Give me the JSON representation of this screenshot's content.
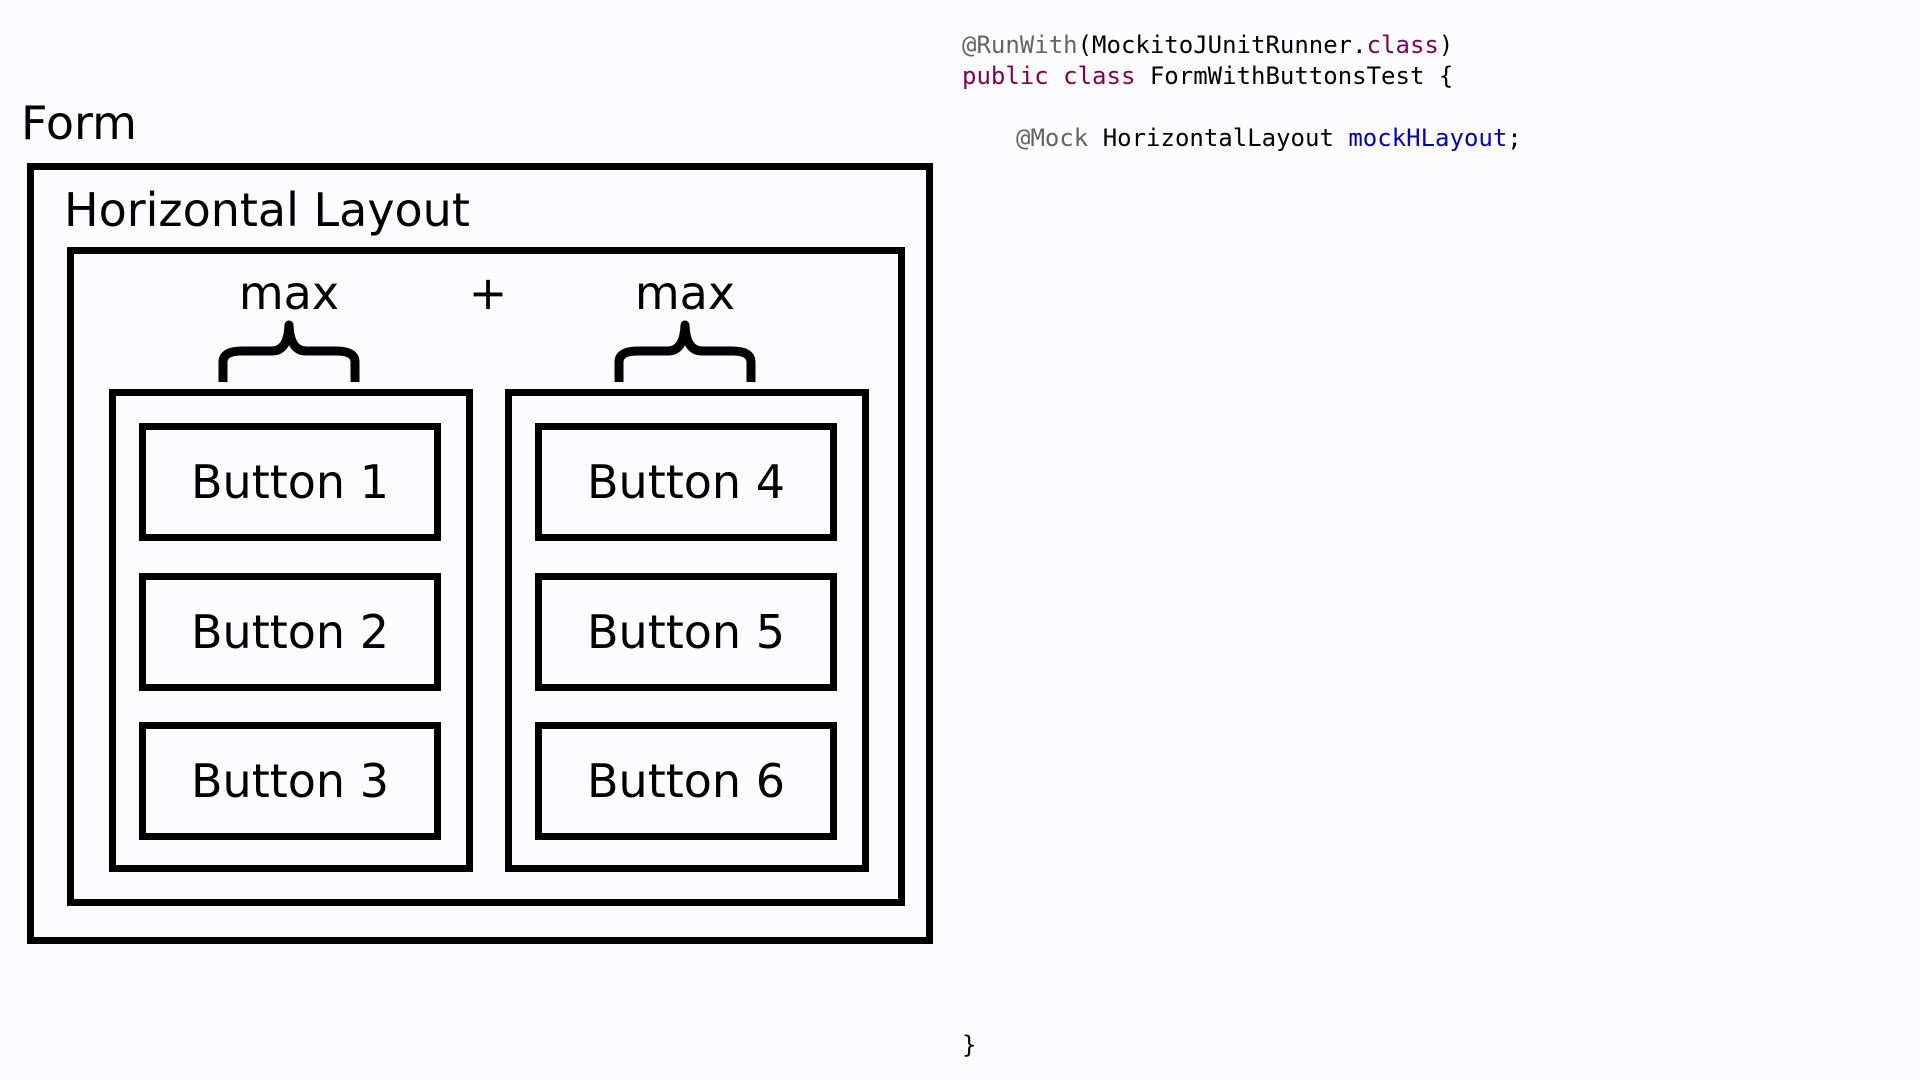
{
  "diagram": {
    "form_label": "Form",
    "layout_label": "Horizontal Layout",
    "left_column": {
      "brace_label": "max",
      "buttons": [
        "Button 1",
        "Button 2",
        "Button 3"
      ]
    },
    "right_column": {
      "brace_label": "max",
      "buttons": [
        "Button 4",
        "Button 5",
        "Button 6"
      ]
    },
    "operator": "+"
  },
  "code": {
    "line1": {
      "annotation": "@RunWith",
      "paren_open": "(",
      "class_name": "MockitoJUnitRunner",
      "dot": ".",
      "keyword": "class",
      "paren_close": ")"
    },
    "line2": {
      "kw_public": "public",
      "kw_class": "class",
      "class_name": "FormWithButtonsTest",
      "brace_open": "{"
    },
    "line3": {
      "annotation": "@Mock",
      "type": "HorizontalLayout",
      "field": "mockHLayout",
      "semicolon": ";"
    },
    "closing_brace": "}"
  },
  "colors": {
    "annotation": "#646464",
    "keyword": "#7f0055",
    "field": "#0000c0",
    "background": "#fcfcfe"
  }
}
